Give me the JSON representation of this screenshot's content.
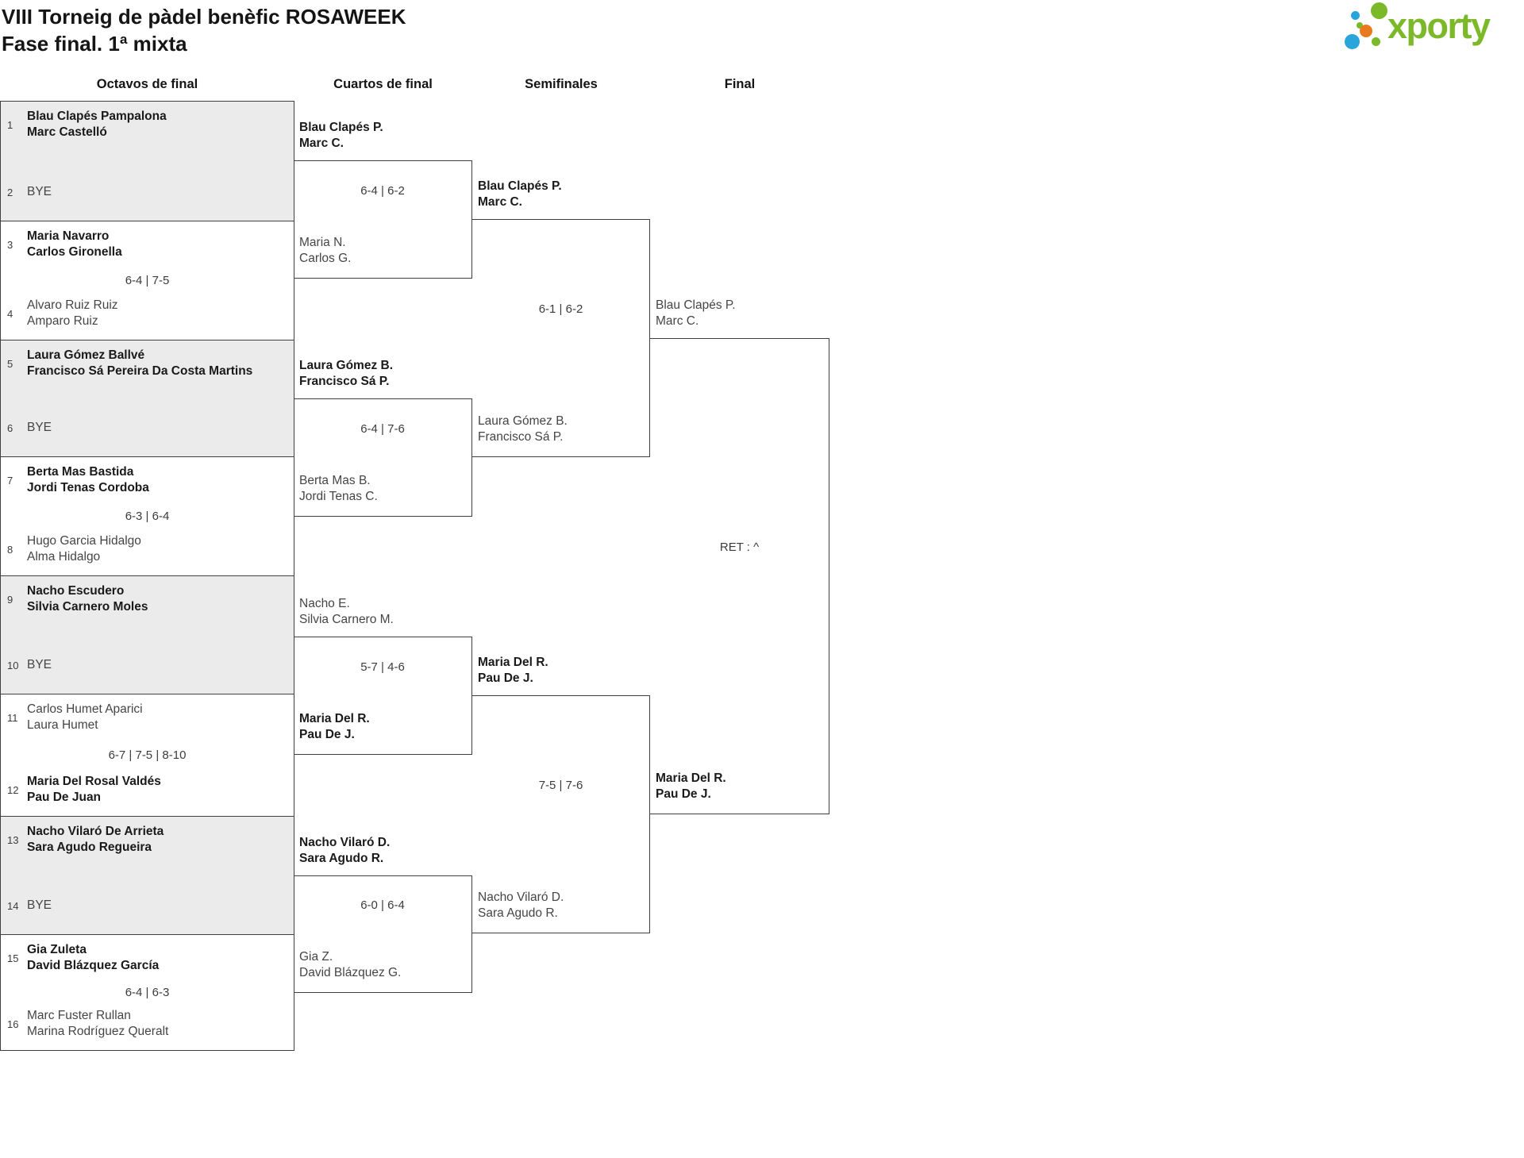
{
  "header": {
    "title_line1": "VIII Torneig de pàdel benèfic ROSAWEEK",
    "title_line2": "Fase final. 1ª mixta"
  },
  "logo": {
    "brand": "xporty",
    "green": "#7bb928",
    "blue": "#2aa5dc",
    "orange": "#e8791d"
  },
  "colors": {
    "shaded_row": "#ebebeb",
    "border": "#3f3f3f",
    "winner_text": "#1a1a1a",
    "regular_text": "#454545"
  },
  "rounds": [
    "Octavos de final",
    "Cuartos de final",
    "Semifinales",
    "Final"
  ],
  "chart_data": {
    "type": "table",
    "title": "VIII Torneig de pàdel benèfic ROSAWEEK — Fase final. 1ª mixta",
    "octavos": [
      {
        "seed1": "1",
        "team1": [
          "Blau Clapés Pampalona",
          "Marc Castelló"
        ],
        "team1_winner": true,
        "score": "",
        "seed2": "2",
        "team2": [
          "BYE"
        ],
        "team2_winner": false
      },
      {
        "seed1": "3",
        "team1": [
          "Maria Navarro",
          "Carlos Gironella"
        ],
        "team1_winner": true,
        "score": "6-4 | 7-5",
        "seed2": "4",
        "team2": [
          "Alvaro Ruiz Ruiz",
          "Amparo Ruiz"
        ],
        "team2_winner": false
      },
      {
        "seed1": "5",
        "team1": [
          "Laura Gómez Ballvé",
          "Francisco Sá Pereira Da Costa Martins"
        ],
        "team1_winner": true,
        "score": "",
        "seed2": "6",
        "team2": [
          "BYE"
        ],
        "team2_winner": false
      },
      {
        "seed1": "7",
        "team1": [
          "Berta Mas Bastida",
          "Jordi Tenas Cordoba"
        ],
        "team1_winner": true,
        "score": "6-3 | 6-4",
        "seed2": "8",
        "team2": [
          "Hugo Garcia Hidalgo",
          "Alma Hidalgo"
        ],
        "team2_winner": false
      },
      {
        "seed1": "9",
        "team1": [
          "Nacho Escudero",
          "Silvia Carnero Moles"
        ],
        "team1_winner": true,
        "score": "",
        "seed2": "10",
        "team2": [
          "BYE"
        ],
        "team2_winner": false
      },
      {
        "seed1": "11",
        "team1": [
          "Carlos Humet Aparici",
          "Laura Humet"
        ],
        "team1_winner": false,
        "score": "6-7 | 7-5 | 8-10",
        "seed2": "12",
        "team2": [
          "Maria Del Rosal Valdés",
          "Pau De Juan"
        ],
        "team2_winner": true
      },
      {
        "seed1": "13",
        "team1": [
          "Nacho Vilaró De Arrieta",
          "Sara Agudo Regueira"
        ],
        "team1_winner": true,
        "score": "",
        "seed2": "14",
        "team2": [
          "BYE"
        ],
        "team2_winner": false
      },
      {
        "seed1": "15",
        "team1": [
          "Gia Zuleta",
          "David Blázquez García"
        ],
        "team1_winner": true,
        "score": "6-4 | 6-3",
        "seed2": "16",
        "team2": [
          "Marc Fuster Rullan",
          "Marina Rodríguez Queralt"
        ],
        "team2_winner": false
      }
    ],
    "cuartos": [
      {
        "top": [
          "Blau Clapés P.",
          "Marc C."
        ],
        "top_winner": true,
        "score": "6-4 | 6-2",
        "bottom": [
          "Maria N.",
          "Carlos G."
        ],
        "bottom_winner": false
      },
      {
        "top": [
          "Laura Gómez B.",
          "Francisco Sá P."
        ],
        "top_winner": true,
        "score": "6-4 | 7-6",
        "bottom": [
          "Berta Mas B.",
          "Jordi Tenas C."
        ],
        "bottom_winner": false
      },
      {
        "top": [
          "Nacho E.",
          "Silvia Carnero M."
        ],
        "top_winner": false,
        "score": "5-7 | 4-6",
        "bottom": [
          "Maria Del R.",
          "Pau De J."
        ],
        "bottom_winner": true
      },
      {
        "top": [
          "Nacho Vilaró D.",
          "Sara Agudo R."
        ],
        "top_winner": true,
        "score": "6-0 | 6-4",
        "bottom": [
          "Gia Z.",
          "David Blázquez G."
        ],
        "bottom_winner": false
      }
    ],
    "semifinales": [
      {
        "top": [
          "Blau Clapés P.",
          "Marc C."
        ],
        "top_winner": true,
        "score": "6-1 | 6-2",
        "bottom": [
          "Laura Gómez B.",
          "Francisco Sá P."
        ],
        "bottom_winner": false
      },
      {
        "top": [
          "Maria Del R.",
          "Pau De J."
        ],
        "top_winner": true,
        "score": "7-5 | 7-6",
        "bottom": [
          "Nacho Vilaró D.",
          "Sara Agudo R."
        ],
        "bottom_winner": false
      }
    ],
    "final": {
      "top": [
        "Blau Clapés P.",
        "Marc C."
      ],
      "top_winner": false,
      "score": "RET : ^",
      "bottom": [
        "Maria Del R.",
        "Pau De J."
      ],
      "bottom_winner": true
    }
  }
}
